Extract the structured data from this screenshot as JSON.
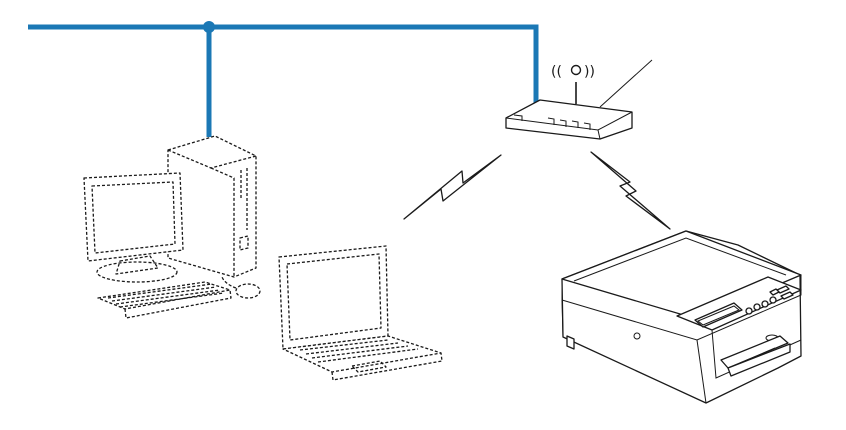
{
  "diagram": {
    "type": "network-topology",
    "nodes": [
      {
        "id": "router",
        "icon": "wireless-access-point-icon",
        "style": "solid"
      },
      {
        "id": "printer",
        "icon": "printer-icon",
        "style": "solid"
      },
      {
        "id": "desktop",
        "icon": "desktop-computer-icon",
        "style": "dashed"
      },
      {
        "id": "laptop",
        "icon": "laptop-icon",
        "style": "dashed"
      }
    ],
    "links": [
      {
        "from": "desktop",
        "to": "router",
        "kind": "wired"
      },
      {
        "from": "router",
        "to": "printer",
        "kind": "wireless"
      },
      {
        "from": "laptop",
        "to": "router",
        "kind": "wireless"
      }
    ],
    "colors": {
      "wired_line": "#1b78b5",
      "outline": "#1a1a1a"
    },
    "wireless_symbol": "((ı))"
  }
}
